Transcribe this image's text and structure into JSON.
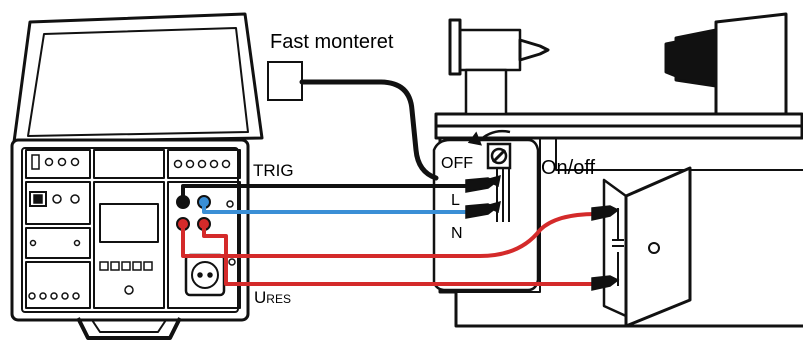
{
  "labels": {
    "fixed_mounted": "Fast monteret",
    "on_off": "On/off",
    "trig": "TRIG",
    "off": "OFF",
    "l": "L",
    "n": "N",
    "ures_main": "U",
    "ures_sub": "RES"
  },
  "colors": {
    "outline": "#111111",
    "trig_wire": "#111111",
    "l_wire": "#3a8fd6",
    "n_wire": "#d42a2a",
    "ures_wire": "#d42a2a",
    "background": "#ffffff"
  }
}
